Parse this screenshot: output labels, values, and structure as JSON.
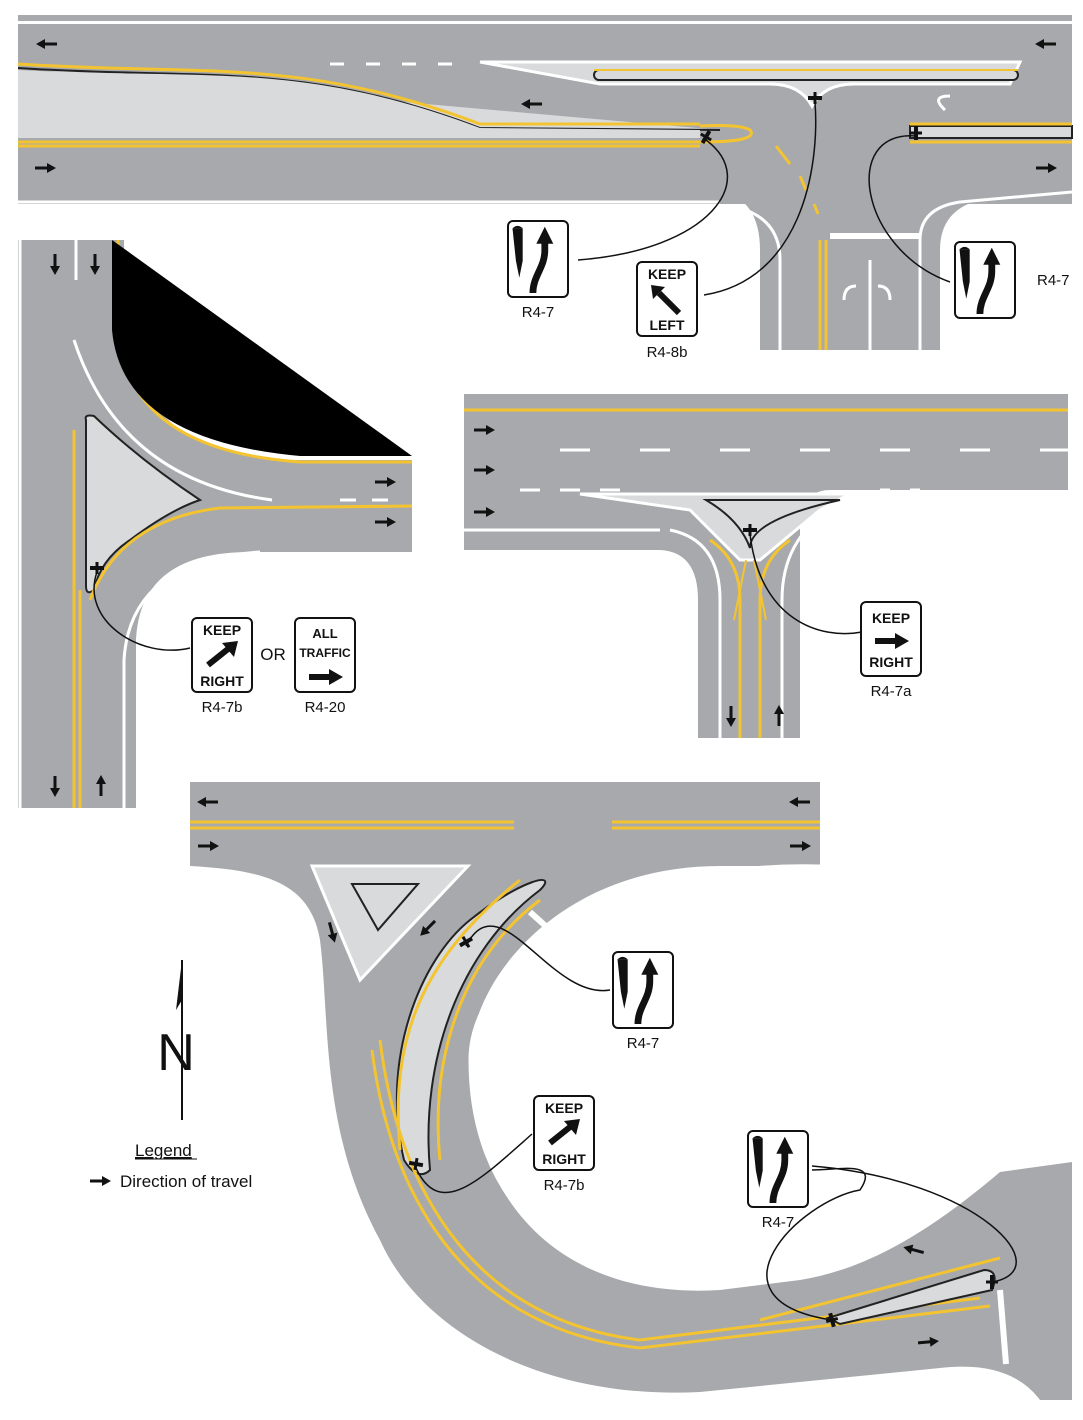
{
  "signs": {
    "r47_top_left": {
      "code": "R4-7"
    },
    "r48b_top": {
      "line1": "KEEP",
      "line2": "LEFT",
      "code": "R4-8b"
    },
    "r47_top_right": {
      "code": "R4-7"
    },
    "r47b_left": {
      "line1": "KEEP",
      "line2": "RIGHT",
      "code": "R4-7b"
    },
    "or_word": "OR",
    "r420_left": {
      "line1": "ALL",
      "line2": "TRAFFIC",
      "code": "R4-20"
    },
    "r47a_mid": {
      "line1": "KEEP",
      "line2": "RIGHT",
      "code": "R4-7a"
    },
    "r47_bottom_a": {
      "code": "R4-7"
    },
    "r47b_bottom": {
      "line1": "KEEP",
      "line2": "RIGHT",
      "code": "R4-7b"
    },
    "r47_bottom_b": {
      "code": "R4-7"
    }
  },
  "compass": {
    "letter": "N"
  },
  "legend": {
    "title": "Legend",
    "item": "Direction of travel"
  },
  "colors": {
    "pavement": "#a7a9ac",
    "island": "#d9dadb",
    "yellow": "#f4c430",
    "white": "#ffffff",
    "ink": "#111111"
  }
}
